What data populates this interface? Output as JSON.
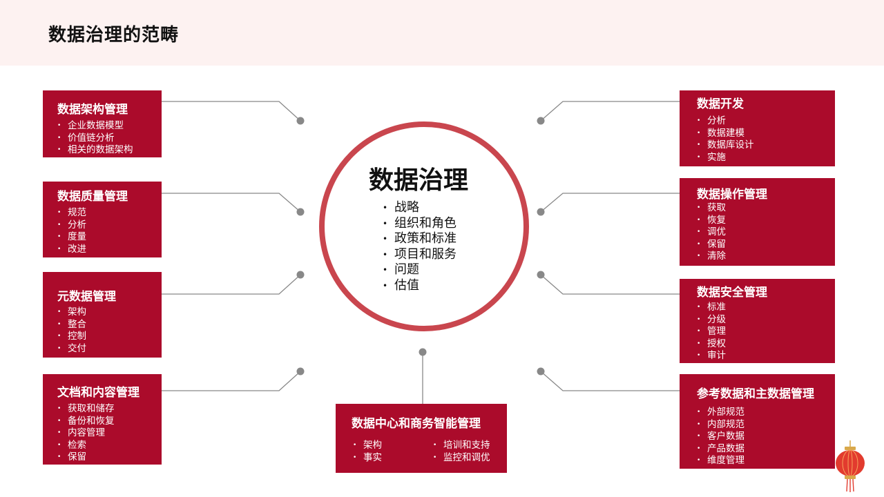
{
  "page": {
    "title": "数据治理的范畴"
  },
  "center": {
    "title": "数据治理",
    "items": [
      "战略",
      "组织和角色",
      "政策和标准",
      "项目和服务",
      "问题",
      "估值"
    ]
  },
  "colors": {
    "box_fill": "#ab0b2b",
    "circle_ring": "#c9464e",
    "connector": "#888888",
    "header_band": "#fdf2f1"
  },
  "boxes": {
    "architecture": {
      "title": "数据架构管理",
      "items": [
        "企业数据模型",
        "价值链分析",
        "相关的数据架构"
      ]
    },
    "quality": {
      "title": "数据质量管理",
      "items": [
        "规范",
        "分析",
        "度量",
        "改进"
      ]
    },
    "metadata": {
      "title": "元数据管理",
      "items": [
        "架构",
        "整合",
        "控制",
        "交付"
      ]
    },
    "document": {
      "title": "文档和内容管理",
      "items": [
        "获取和储存",
        "备份和恢复",
        "内容管理",
        "检索",
        "保留"
      ]
    },
    "development": {
      "title": "数据开发",
      "items": [
        "分析",
        "数据建模",
        "数据库设计",
        "实施"
      ]
    },
    "operations": {
      "title": "数据操作管理",
      "items": [
        "获取",
        "恢复",
        "调优",
        "保留",
        "清除"
      ]
    },
    "security": {
      "title": "数据安全管理",
      "items": [
        "标准",
        "分级",
        "管理",
        "授权",
        "审计"
      ]
    },
    "reference": {
      "title": "参考数据和主数据管理",
      "items": [
        "外部规范",
        "内部规范",
        "客户数据",
        "产品数据",
        "维度管理"
      ]
    },
    "warehouse": {
      "title": "数据中心和商务智能管理",
      "items_left": [
        "架构",
        "事实"
      ],
      "items_right": [
        "培训和支持",
        "监控和调优"
      ]
    }
  },
  "icons": {
    "decoration": "lantern-icon"
  }
}
